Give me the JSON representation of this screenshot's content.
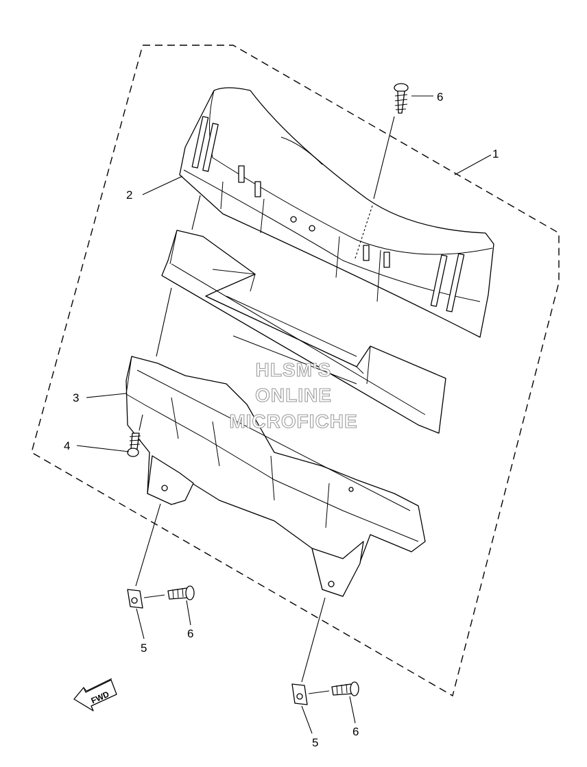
{
  "callouts": [
    {
      "id": "c1",
      "label": "1"
    },
    {
      "id": "c2",
      "label": "2"
    },
    {
      "id": "c3",
      "label": "3"
    },
    {
      "id": "c4",
      "label": "4"
    },
    {
      "id": "c5a",
      "label": "5"
    },
    {
      "id": "c5b",
      "label": "5"
    },
    {
      "id": "c6a",
      "label": "6"
    },
    {
      "id": "c6b",
      "label": "6"
    },
    {
      "id": "c6c",
      "label": "6"
    }
  ],
  "watermark": {
    "line1": "HLSM'S",
    "line2": "ONLINE",
    "line3": "MICROFICHE"
  },
  "direction_arrow": {
    "label": "FWD",
    "icon": "forward-direction-arrow-icon"
  }
}
